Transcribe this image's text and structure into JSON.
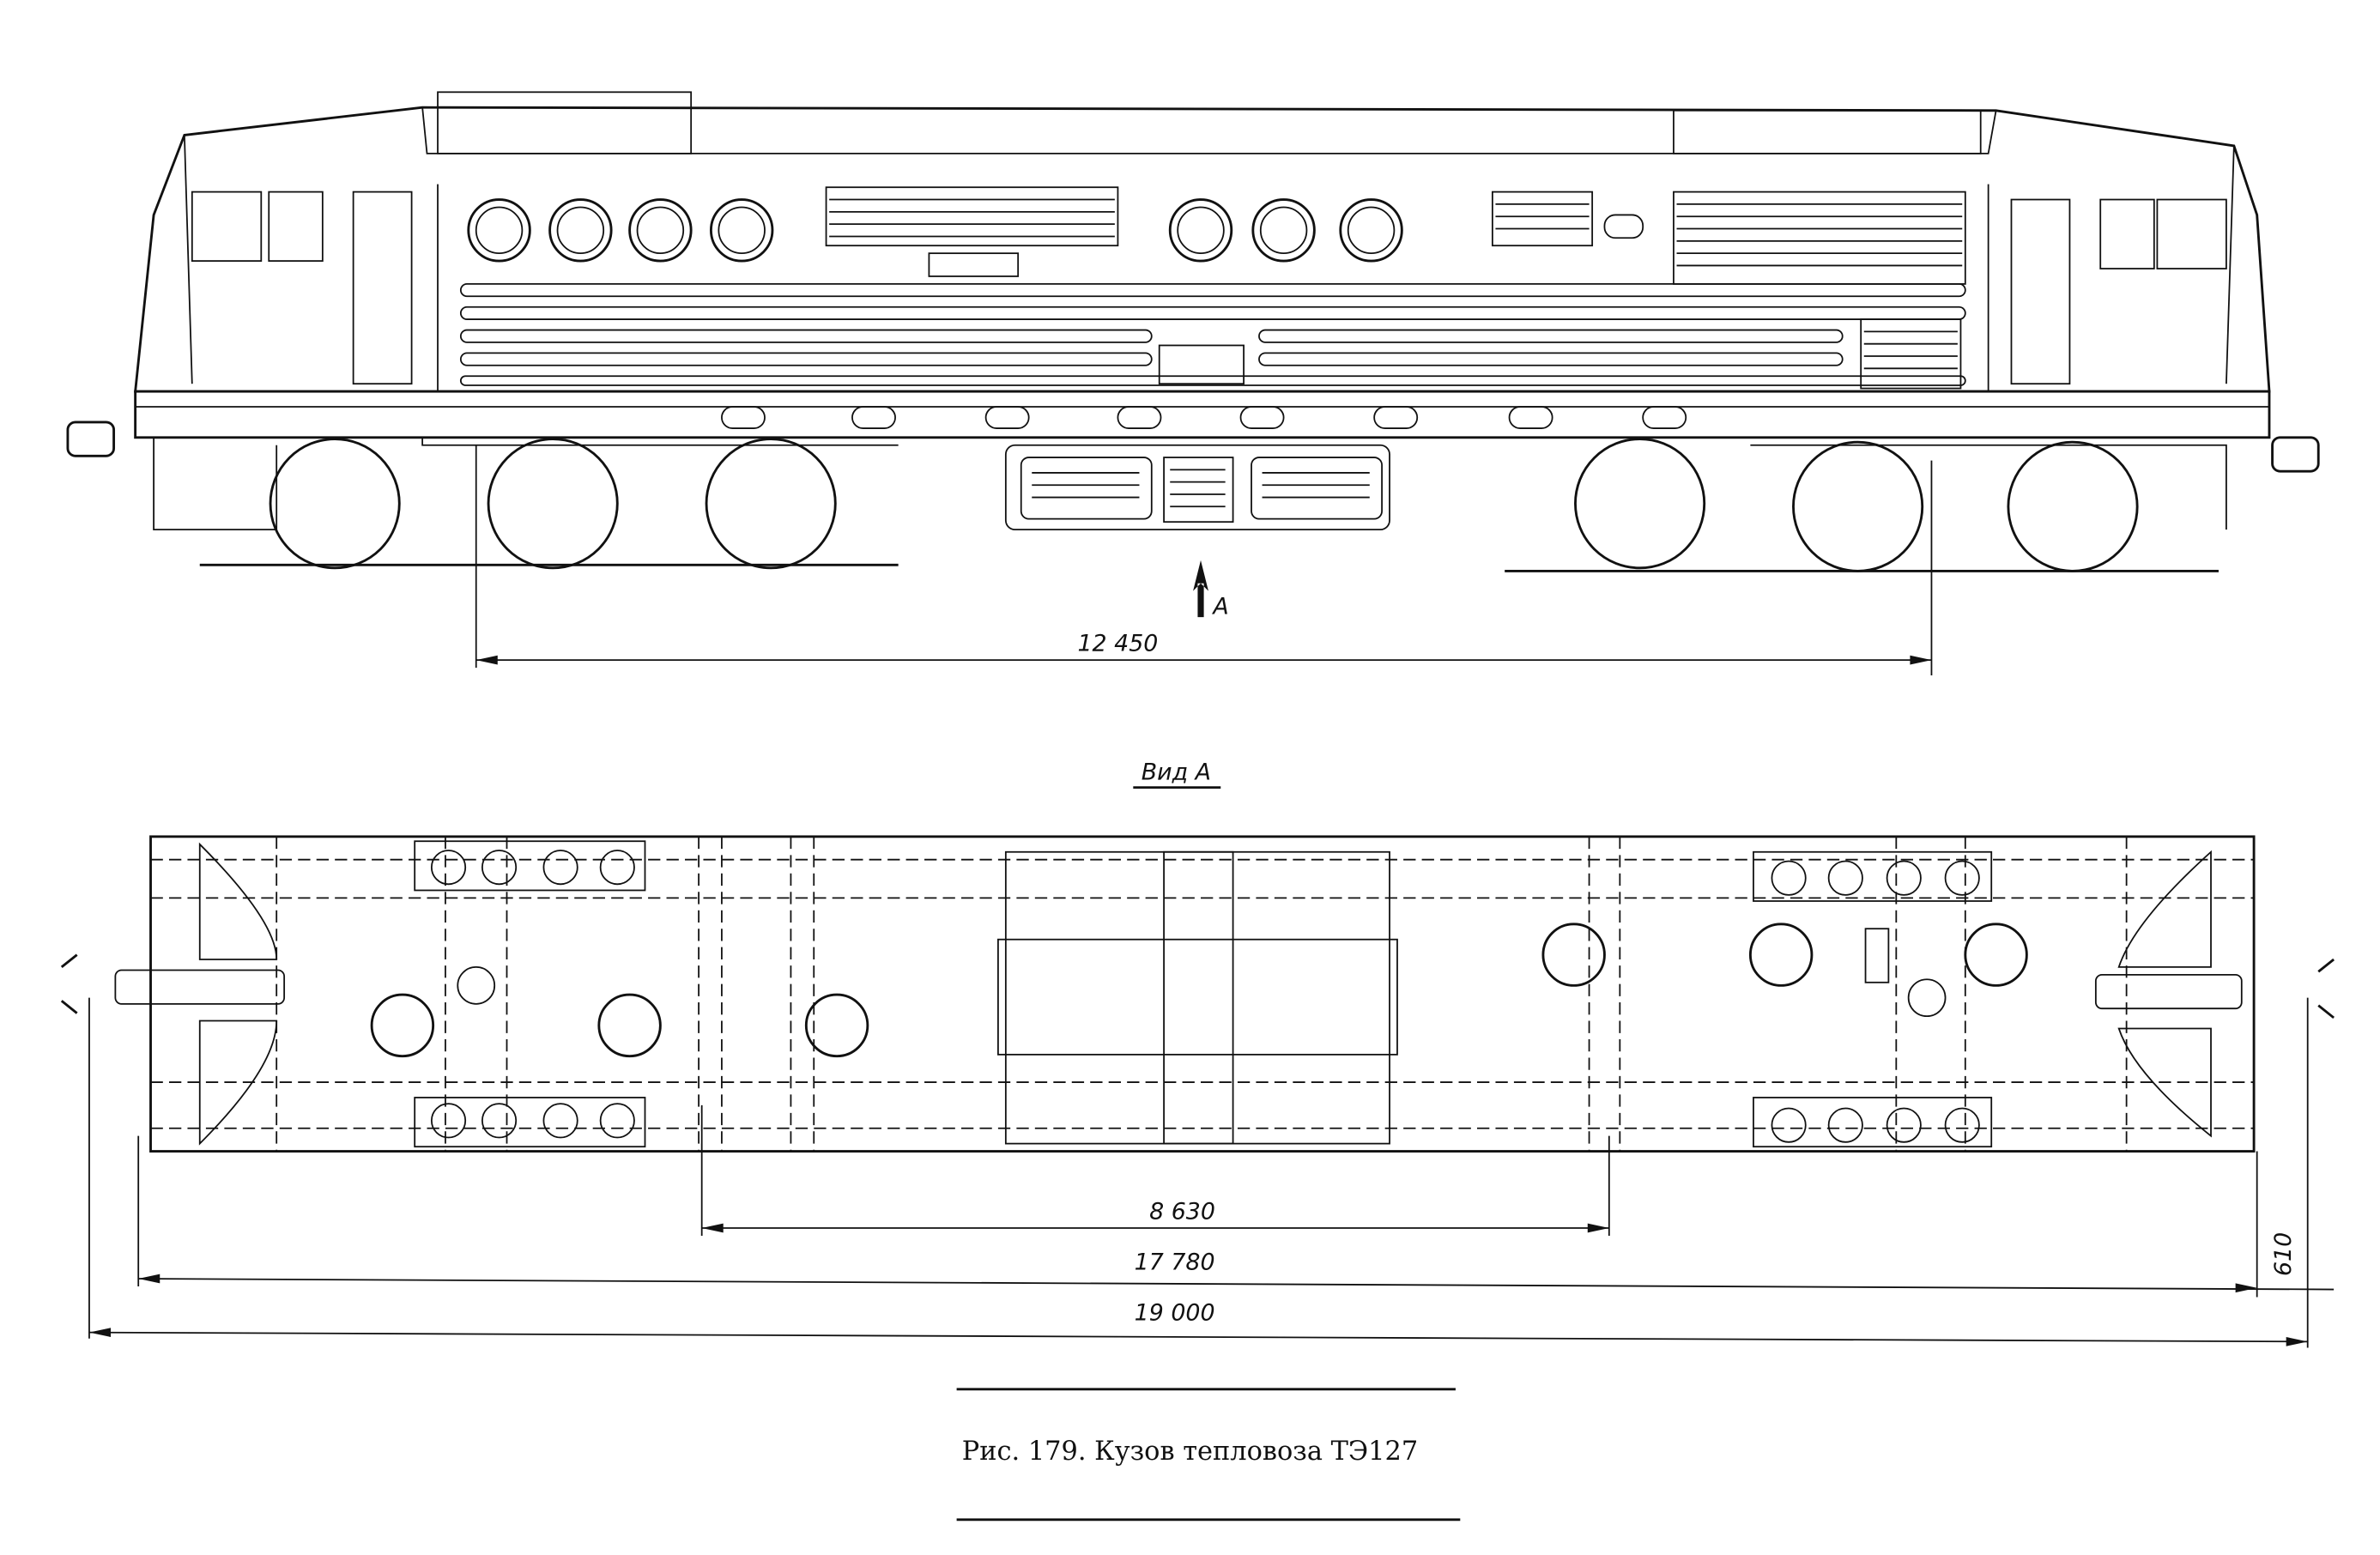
{
  "side_view": {
    "view_marker": "A",
    "dimension_wheelbase": "12 450"
  },
  "bottom_view": {
    "title": "Вид А",
    "dimension_bogie_centers": "8 630",
    "dimension_frame": "17 780",
    "dimension_overall": "19 000",
    "dimension_offset": "610"
  },
  "caption": "Рис. 179. Кузов тепловоза ТЭ127"
}
